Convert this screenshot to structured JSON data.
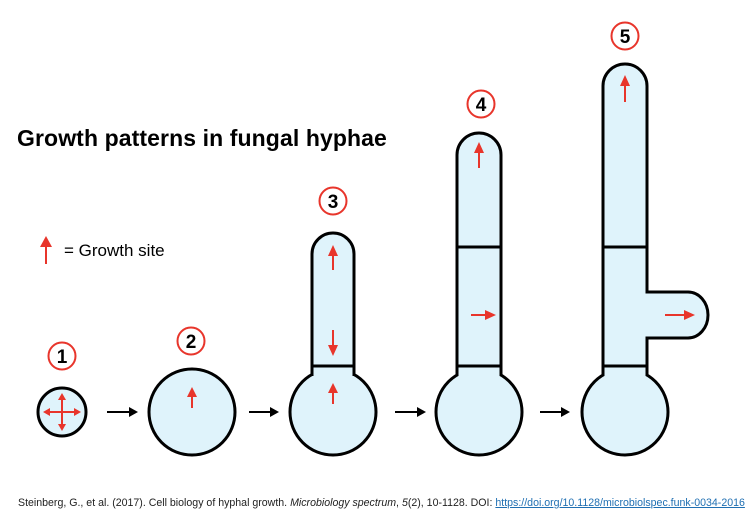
{
  "title": "Growth patterns in fungal hyphae",
  "legend": {
    "text": "= Growth site",
    "icon": "red-up-arrow"
  },
  "stages": [
    {
      "number": "1"
    },
    {
      "number": "2"
    },
    {
      "number": "3"
    },
    {
      "number": "4"
    },
    {
      "number": "5"
    }
  ],
  "citation": {
    "authors": "Steinberg, G., et al. (2017). Cell biology of hyphal growth. ",
    "journal": "Microbiology spectrum",
    "volume_sep": ", ",
    "volume": "5",
    "issue_pages": "(2), 10-1128. DOI: ",
    "doi": "https://doi.org/10.1128/microbiolspec.funk-0034-2016"
  },
  "colors": {
    "cell_fill": "#dff3fb",
    "outline": "#000000",
    "arrow": "#e8352b",
    "badge_ring": "#e8352b"
  }
}
